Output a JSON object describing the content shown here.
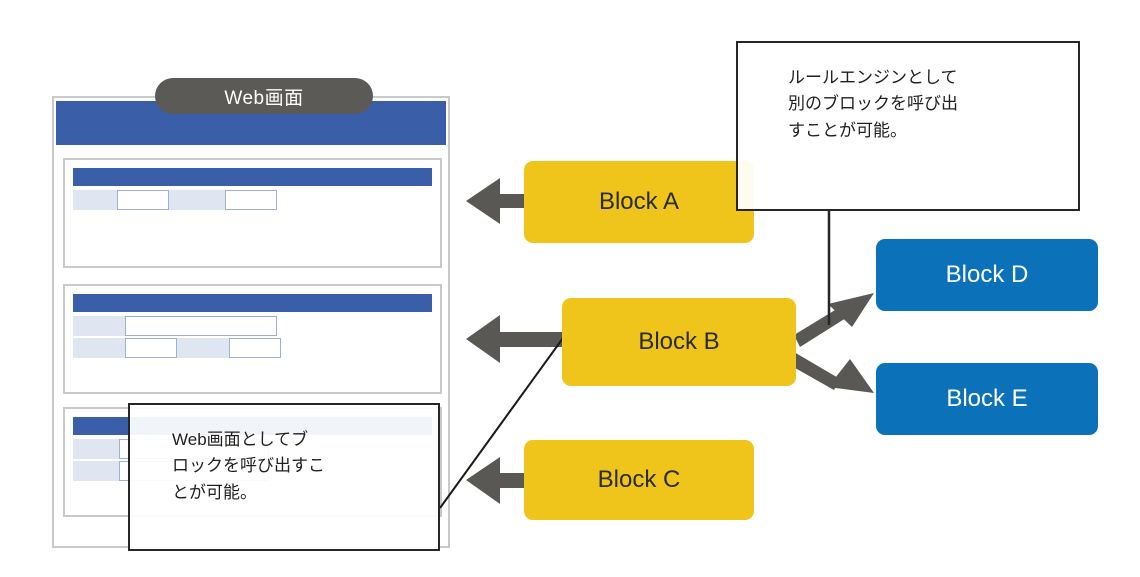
{
  "diagram": {
    "title_pill": "Web画面",
    "colors": {
      "block_yellow": "#EFC41B",
      "block_blue": "#0B72B9",
      "panel_header_blue": "#3A5FA8",
      "pill_gray": "#5C5A57",
      "arrow_gray": "#5A5854",
      "label_cell_blue": "#DFE6F1"
    },
    "blocks": [
      {
        "id": "block-a",
        "label": "Block A",
        "style": "yellow"
      },
      {
        "id": "block-b",
        "label": "Block B",
        "style": "yellow"
      },
      {
        "id": "block-c",
        "label": "Block C",
        "style": "yellow"
      },
      {
        "id": "block-d",
        "label": "Block D",
        "style": "blue"
      },
      {
        "id": "block-e",
        "label": "Block E",
        "style": "blue"
      }
    ],
    "callouts": [
      {
        "id": "callout-rule",
        "lines": [
          "ルールエンジンとして",
          "別のブロックを呼び出",
          "すことが可能。"
        ]
      },
      {
        "id": "callout-web",
        "lines": [
          "Web画面としてブ",
          "ロックを呼び出すこ",
          "とが可能。"
        ]
      }
    ],
    "panels": [
      {
        "id": "panel-1",
        "name": "web-form-panel-1"
      },
      {
        "id": "panel-2",
        "name": "web-form-panel-2"
      },
      {
        "id": "panel-3",
        "name": "web-form-panel-3"
      }
    ]
  }
}
